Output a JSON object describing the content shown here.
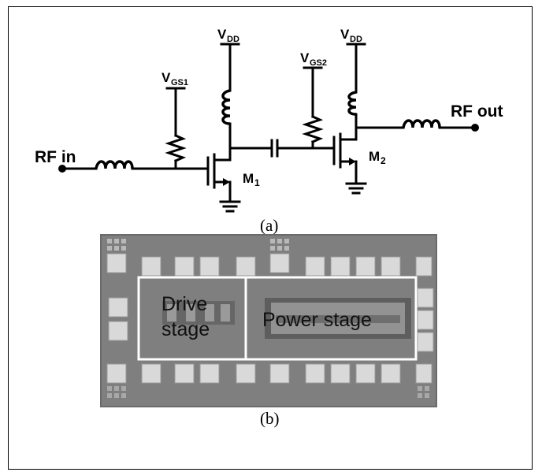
{
  "schematic": {
    "rf_in": "RF in",
    "rf_out": "RF out",
    "vdd": "V",
    "vdd_sub": "DD",
    "vgs1": "V",
    "vgs1_sub": "GS1",
    "vgs2": "V",
    "vgs2_sub": "GS2",
    "m1": "M",
    "m1_sub": "1",
    "m2": "M",
    "m2_sub": "2",
    "caption": "(a)"
  },
  "chip": {
    "drive_line1": "Drive",
    "drive_line2": "stage",
    "power": "Power stage",
    "caption": "(b)"
  }
}
